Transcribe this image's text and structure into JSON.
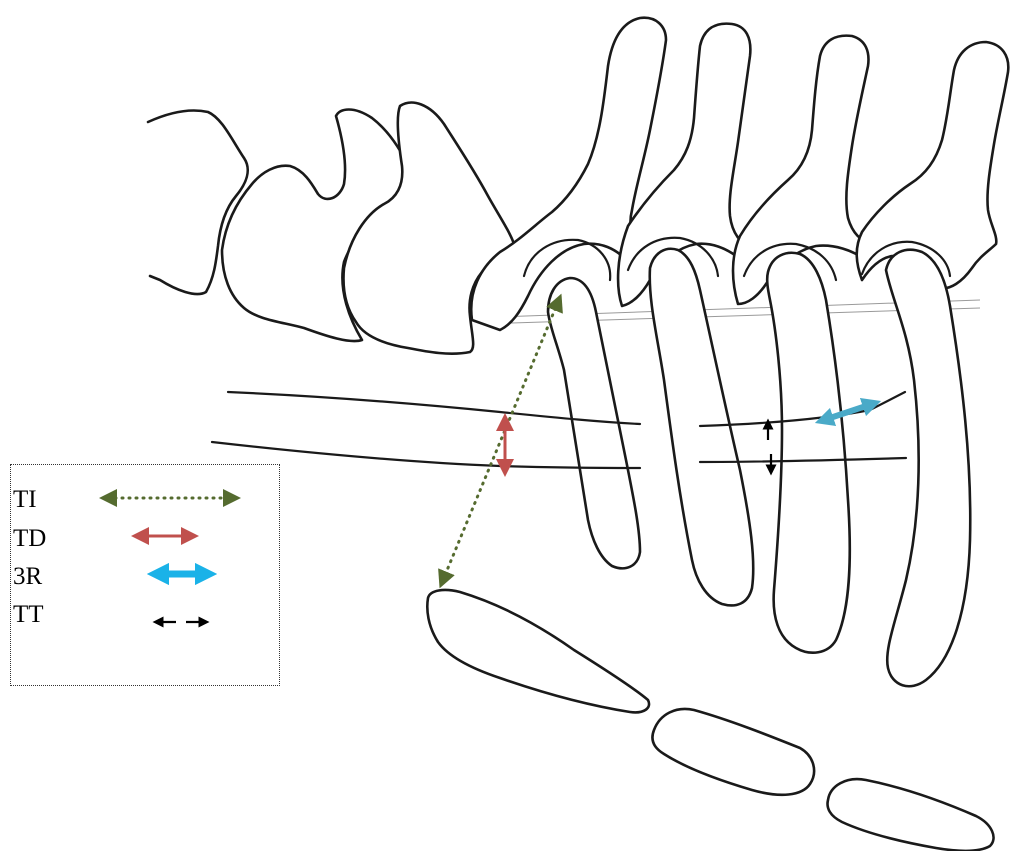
{
  "legend": {
    "items": [
      {
        "label": "TI",
        "style": "dotted",
        "color": "#556b2f"
      },
      {
        "label": "TD",
        "style": "solid",
        "color": "#c0504d"
      },
      {
        "label": "3R",
        "style": "thick",
        "color": "#1ab2e8"
      },
      {
        "label": "TT",
        "style": "split",
        "color": "#000000"
      }
    ]
  },
  "colors": {
    "ti": "#556b2f",
    "td": "#c0504d",
    "r3_legend": "#1ab2e8",
    "r3_figure": "#4aaac8",
    "tt": "#000000",
    "outline": "#1a1a1a"
  }
}
